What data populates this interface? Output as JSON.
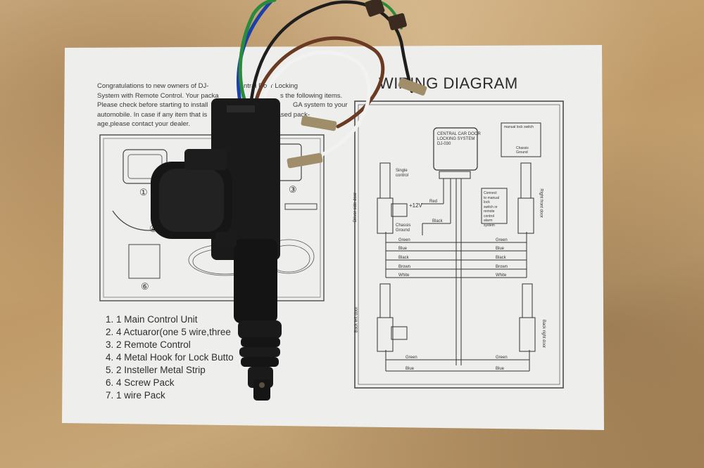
{
  "photo": {
    "intro_lines": [
      "Congratulations to new owners of DJ-",
      "System with Remote Control. Your packa",
      "Please check before starting to install",
      "automobile. In case if any item that is",
      "age,please contact your dealer."
    ],
    "intro_right_lines": [
      "ntral Door Locking",
      "s the following items.",
      "GA system to your",
      "r purchased pack-"
    ],
    "diagram_title": "WIRING DIAGRAM",
    "parts_list": [
      "1. 1 Main Control Unit",
      "2. 4 Actuaror(one 5 wire,three",
      "3. 2 Remote Control",
      "4. 4 Metal Hook for Lock Butto",
      "5. 2 Insteller Metal Strip",
      "6. 4 Screw Pack",
      "7. 1 wire Pack"
    ],
    "figure_numbers": [
      "①",
      "③",
      "④",
      "⑥"
    ],
    "diagram_labels": {
      "control_unit": [
        "CENTRAL CAR DOOR",
        "LOCKING SYSTEM",
        "DJ-030"
      ],
      "single_control": [
        "Single",
        "control"
      ],
      "plus12v": "+12V",
      "red": "Red",
      "chassis_ground": [
        "Chassis",
        "Ground"
      ],
      "black_small": "Black",
      "connect_note": [
        "Connect",
        "to manual",
        "lock",
        "switch or",
        "remote",
        "control",
        "alarm",
        "system"
      ],
      "manual_lock_switch": "manual lock switch",
      "chassis_ground_right": [
        "Chassis",
        "Ground"
      ],
      "driver_side_door": "Driver side door",
      "right_front_door": "Right front door",
      "back_left_door": "Back left door",
      "back_right_door": "Back right door",
      "wire_labels": [
        "Green",
        "Blue",
        "Black",
        "Brown",
        "White"
      ],
      "bottom_wire_labels": [
        "Green",
        "Blue"
      ]
    }
  }
}
